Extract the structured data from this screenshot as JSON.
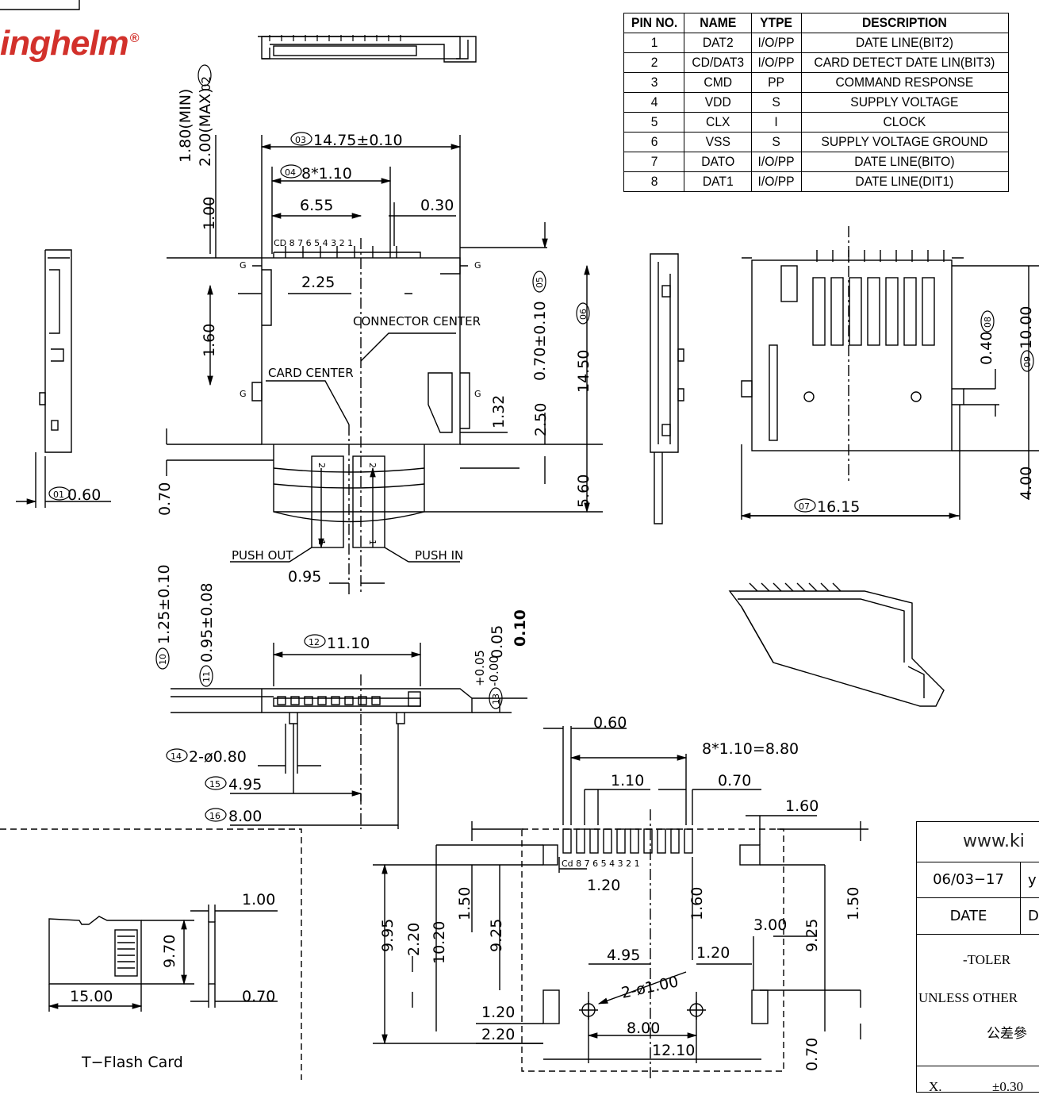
{
  "logo": {
    "text": "inghelm",
    "mark": "®"
  },
  "pin_table": {
    "headers": [
      "PIN NO.",
      "NAME",
      "YTPE",
      "DESCRIPTION"
    ],
    "rows": [
      [
        "1",
        "DAT2",
        "I/O/PP",
        "DATE LINE(BIT2)"
      ],
      [
        "2",
        "CD/DAT3",
        "I/O/PP",
        "CARD DETECT DATE LIN(BIT3)"
      ],
      [
        "3",
        "CMD",
        "PP",
        "COMMAND RESPONSE"
      ],
      [
        "4",
        "VDD",
        "S",
        "SUPPLY VOLTAGE"
      ],
      [
        "5",
        "CLX",
        "I",
        "CLOCK"
      ],
      [
        "6",
        "VSS",
        "S",
        "SUPPLY VOLTAGE GROUND"
      ],
      [
        "7",
        "DATO",
        "I/O/PP",
        "DATE LINE(BITO)"
      ],
      [
        "8",
        "DAT1",
        "I/O/PP",
        "DATE LINE(DIT1)"
      ]
    ]
  },
  "dims": {
    "d01": "0.60",
    "d02a": "1.80(MIN)",
    "d02b": "2.00(MAX)",
    "d03": "14.75±0.10",
    "d04": "8*1.10",
    "d655": "6.55",
    "d030": "0.30",
    "d100": "1.00",
    "d225": "2.25",
    "d160": "1.60",
    "d05": "0.70±0.10",
    "d06": "14.50",
    "d132": "1.32",
    "d250": "2.50",
    "d560": "5.60",
    "d070": "0.70",
    "d095": "0.95",
    "d10": "1.25±0.10",
    "d11": "0.95±0.08",
    "d12": "11.10",
    "d13a": "+0.05",
    "d13b": "-0.00",
    "d13c": "0.05",
    "flat": "0.10",
    "d14": "2-ø0.80",
    "d15": "4.95",
    "d16": "8.00",
    "d07": "16.15",
    "d08": "0.40",
    "d09": "10.00",
    "d400": "4.00",
    "fp_060": "0.60",
    "fp_880": "8*1.10=8.80",
    "fp_110": "1.10",
    "fp_070": "0.70",
    "fp_160a": "1.60",
    "fp_120a": "1.20",
    "fp_995": "9.95",
    "fp_220": "2.20",
    "fp_1020": "10.20",
    "fp_150a": "1.50",
    "fp_925a": "9.25",
    "fp_160b": "1.60",
    "fp_495": "4.95",
    "fp_300": "3.00",
    "fp_120b": "1.20",
    "fp_2x100": "2-ø1.00",
    "fp_925b": "9.25",
    "fp_150b": "1.50",
    "fp_120c": "1.20",
    "fp_220b": "2.20",
    "fp_800": "8.00",
    "fp_1210": "12.10",
    "fp_070b": "0.70",
    "card_100": "1.00",
    "card_970": "9.70",
    "card_1500": "15.00",
    "card_070": "0.70"
  },
  "labels": {
    "connector_center": "CONNECTOR CENTER",
    "card_center": "CARD CENTER",
    "push_out": "PUSH OUT",
    "push_in": "PUSH IN",
    "g": "G",
    "pin_nums_top": "CD 8 7 6 5 4 3 2 1",
    "pin_nums_fp": "Cd 8 7 6 5 4 3 2 1",
    "card_title": "T−Flash Card",
    "c01": "01",
    "c02": "02",
    "c03": "03",
    "c04": "04",
    "c05": "05",
    "c06": "06",
    "c07": "07",
    "c08": "08",
    "c09": "09",
    "c10": "10",
    "c11": "11",
    "c12": "12",
    "c13": "13",
    "c14": "14",
    "c15": "15",
    "c16": "16",
    "slot1": "1",
    "slot2": "2"
  },
  "title_block": {
    "url": "www.ki",
    "date_value": "06/03−17",
    "date_value_b": "y",
    "date_label": "DATE",
    "date_label_b": "D",
    "tol1": "-TOLER",
    "tol2": "UNLESS OTHER",
    "tol3": "公差參",
    "x_label": "X.",
    "x_tol": "±0.30"
  }
}
